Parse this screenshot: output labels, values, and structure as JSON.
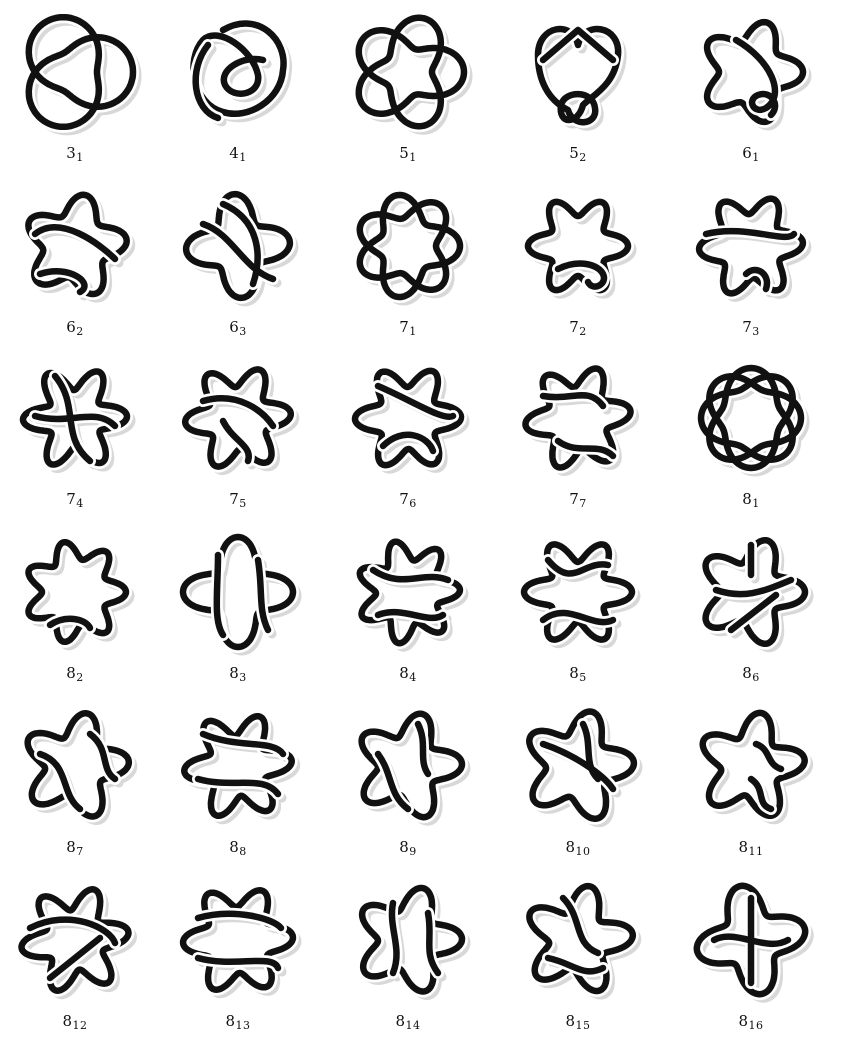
{
  "table": {
    "knots": [
      {
        "id": "3_1",
        "main": "3",
        "sub": "1"
      },
      {
        "id": "4_1",
        "main": "4",
        "sub": "1"
      },
      {
        "id": "5_1",
        "main": "5",
        "sub": "1"
      },
      {
        "id": "5_2",
        "main": "5",
        "sub": "2"
      },
      {
        "id": "6_1",
        "main": "6",
        "sub": "1"
      },
      {
        "id": "6_2",
        "main": "6",
        "sub": "2"
      },
      {
        "id": "6_3",
        "main": "6",
        "sub": "3"
      },
      {
        "id": "7_1",
        "main": "7",
        "sub": "1"
      },
      {
        "id": "7_2",
        "main": "7",
        "sub": "2"
      },
      {
        "id": "7_3",
        "main": "7",
        "sub": "3"
      },
      {
        "id": "7_4",
        "main": "7",
        "sub": "4"
      },
      {
        "id": "7_5",
        "main": "7",
        "sub": "5"
      },
      {
        "id": "7_6",
        "main": "7",
        "sub": "6"
      },
      {
        "id": "7_7",
        "main": "7",
        "sub": "7"
      },
      {
        "id": "8_1",
        "main": "8",
        "sub": "1"
      },
      {
        "id": "8_2",
        "main": "8",
        "sub": "2"
      },
      {
        "id": "8_3",
        "main": "8",
        "sub": "3"
      },
      {
        "id": "8_4",
        "main": "8",
        "sub": "4"
      },
      {
        "id": "8_5",
        "main": "8",
        "sub": "5"
      },
      {
        "id": "8_6",
        "main": "8",
        "sub": "6"
      },
      {
        "id": "8_7",
        "main": "8",
        "sub": "7"
      },
      {
        "id": "8_8",
        "main": "8",
        "sub": "8"
      },
      {
        "id": "8_9",
        "main": "8",
        "sub": "9"
      },
      {
        "id": "8_10",
        "main": "8",
        "sub": "10"
      },
      {
        "id": "8_11",
        "main": "8",
        "sub": "11"
      },
      {
        "id": "8_12",
        "main": "8",
        "sub": "12"
      },
      {
        "id": "8_13",
        "main": "8",
        "sub": "13"
      },
      {
        "id": "8_14",
        "main": "8",
        "sub": "14"
      },
      {
        "id": "8_15",
        "main": "8",
        "sub": "15"
      },
      {
        "id": "8_16",
        "main": "8",
        "sub": "16"
      }
    ]
  },
  "colors": {
    "rope": "#111111",
    "rope_light": "#555555",
    "shadow": "#d8d8d8",
    "background": "#ffffff"
  }
}
